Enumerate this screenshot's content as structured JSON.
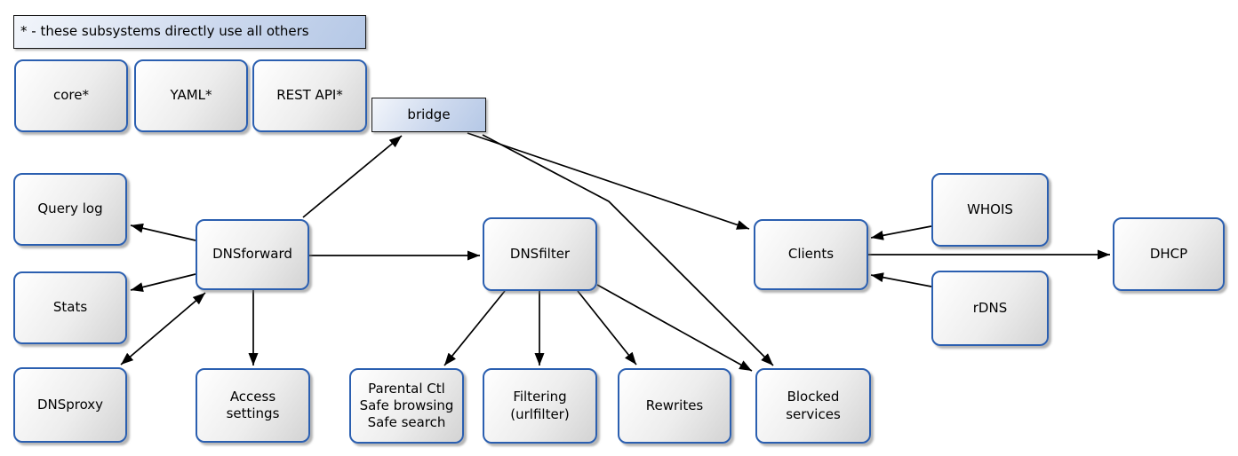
{
  "diagram": {
    "legend": {
      "label": "* - these subsystems directly use all others"
    },
    "nodes": {
      "core": {
        "label": "core*"
      },
      "yaml": {
        "label": "YAML*"
      },
      "restapi": {
        "label": "REST API*"
      },
      "bridge": {
        "label": "bridge"
      },
      "querylog": {
        "label": "Query log"
      },
      "stats": {
        "label": "Stats"
      },
      "dnsproxy": {
        "label": "DNSproxy"
      },
      "dnsforward": {
        "label": "DNSforward"
      },
      "access": {
        "label": "Access\nsettings"
      },
      "dnsfilter": {
        "label": "DNSfilter"
      },
      "parental": {
        "label": "Parental Ctl\nSafe browsing\nSafe search"
      },
      "filtering": {
        "label": "Filtering\n(urlfilter)"
      },
      "rewrites": {
        "label": "Rewrites"
      },
      "blocked": {
        "label": "Blocked\nservices"
      },
      "clients": {
        "label": "Clients"
      },
      "whois": {
        "label": "WHOIS"
      },
      "rdns": {
        "label": "rDNS"
      },
      "dhcp": {
        "label": "DHCP"
      }
    },
    "edges": [
      {
        "from": "dnsforward",
        "to": "bridge",
        "dir": "forward"
      },
      {
        "from": "bridge",
        "to": "clients",
        "dir": "forward"
      },
      {
        "from": "bridge",
        "to": "blocked",
        "dir": "forward"
      },
      {
        "from": "dnsforward",
        "to": "querylog",
        "dir": "forward"
      },
      {
        "from": "dnsforward",
        "to": "stats",
        "dir": "forward"
      },
      {
        "from": "dnsforward",
        "to": "dnsproxy",
        "dir": "both"
      },
      {
        "from": "dnsforward",
        "to": "access",
        "dir": "forward"
      },
      {
        "from": "dnsforward",
        "to": "dnsfilter",
        "dir": "forward"
      },
      {
        "from": "dnsfilter",
        "to": "parental",
        "dir": "forward"
      },
      {
        "from": "dnsfilter",
        "to": "filtering",
        "dir": "forward"
      },
      {
        "from": "dnsfilter",
        "to": "rewrites",
        "dir": "forward"
      },
      {
        "from": "dnsfilter",
        "to": "blocked",
        "dir": "forward"
      },
      {
        "from": "whois",
        "to": "clients",
        "dir": "forward"
      },
      {
        "from": "rdns",
        "to": "clients",
        "dir": "forward"
      },
      {
        "from": "clients",
        "to": "dhcp",
        "dir": "forward"
      }
    ],
    "colors": {
      "node_border": "#2b5fb0",
      "node_fill_light": "#ffffff",
      "node_fill_dark": "#d3d3d3",
      "highlight_fill_light": "#f3f6fb",
      "highlight_fill_dark": "#b5c8e6",
      "highlight_border": "#141414",
      "edge": "#000000"
    }
  }
}
